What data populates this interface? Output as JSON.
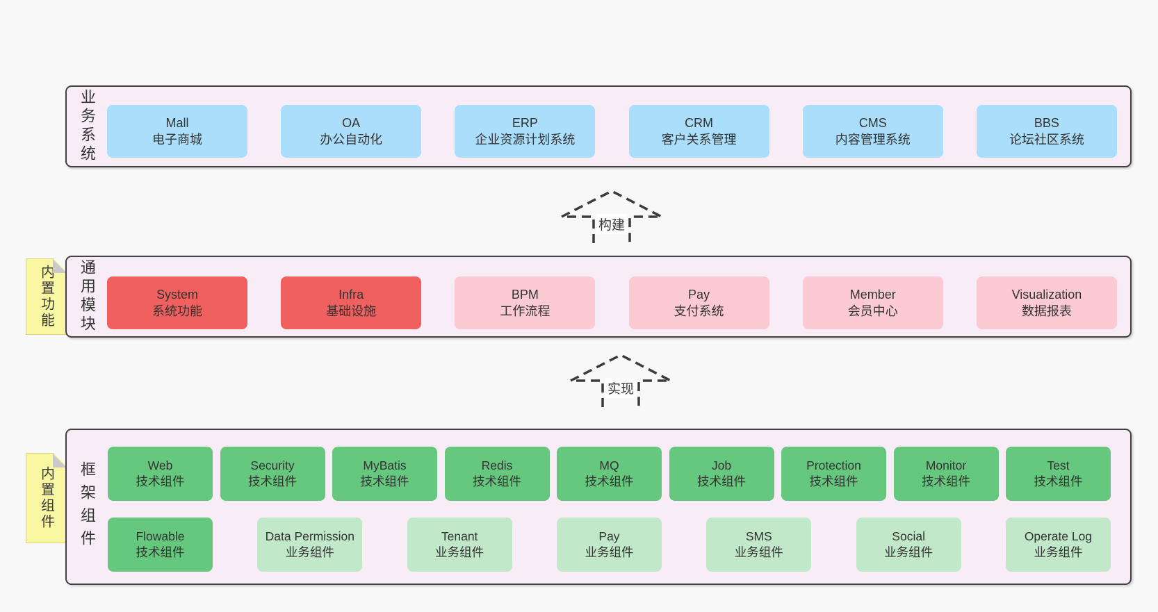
{
  "colors": {
    "page_bg": "#f8f8f8",
    "band_bg": "#f8edf6",
    "band_border": "#414141",
    "blue_box": "#abdefb",
    "red_box": "#f0605f",
    "pink_box": "#fbcad3",
    "green_box": "#65c87e",
    "light_green_box": "#c2e8ca",
    "sticky_yellow": "#f9f7a1",
    "arrow_stroke": "#3b3b3b"
  },
  "bands": [
    {
      "label": "业务系统",
      "boxes": [
        {
          "name": "Mall",
          "desc": "电子商城"
        },
        {
          "name": "OA",
          "desc": "办公自动化"
        },
        {
          "name": "ERP",
          "desc": "企业资源计划系统"
        },
        {
          "name": "CRM",
          "desc": "客户关系管理"
        },
        {
          "name": "CMS",
          "desc": "内容管理系统"
        },
        {
          "name": "BBS",
          "desc": "论坛社区系统"
        }
      ]
    },
    {
      "label": "通用模块",
      "sticky": "内置功能",
      "boxes": [
        {
          "name": "System",
          "desc": "系统功能"
        },
        {
          "name": "Infra",
          "desc": "基础设施"
        },
        {
          "name": "BPM",
          "desc": "工作流程"
        },
        {
          "name": "Pay",
          "desc": "支付系统"
        },
        {
          "name": "Member",
          "desc": "会员中心"
        },
        {
          "name": "Visualization",
          "desc": "数据报表"
        }
      ]
    },
    {
      "label": "框架组件",
      "sticky": "内置组件",
      "boxes": [
        {
          "name": "Web",
          "desc": "技术组件"
        },
        {
          "name": "Security",
          "desc": "技术组件"
        },
        {
          "name": "MyBatis",
          "desc": "技术组件"
        },
        {
          "name": "Redis",
          "desc": "技术组件"
        },
        {
          "name": "MQ",
          "desc": "技术组件"
        },
        {
          "name": "Job",
          "desc": "技术组件"
        },
        {
          "name": "Protection",
          "desc": "技术组件"
        },
        {
          "name": "Monitor",
          "desc": "技术组件"
        },
        {
          "name": "Test",
          "desc": "技术组件"
        },
        {
          "name": "Flowable",
          "desc": "技术组件"
        },
        {
          "name": "Data Permission",
          "desc": "业务组件"
        },
        {
          "name": "Tenant",
          "desc": "业务组件"
        },
        {
          "name": "Pay",
          "desc": "业务组件"
        },
        {
          "name": "SMS",
          "desc": "业务组件"
        },
        {
          "name": "Social",
          "desc": "业务组件"
        },
        {
          "name": "Operate Log",
          "desc": "业务组件"
        }
      ]
    }
  ],
  "arrows": [
    {
      "label": "构建"
    },
    {
      "label": "实现"
    }
  ]
}
